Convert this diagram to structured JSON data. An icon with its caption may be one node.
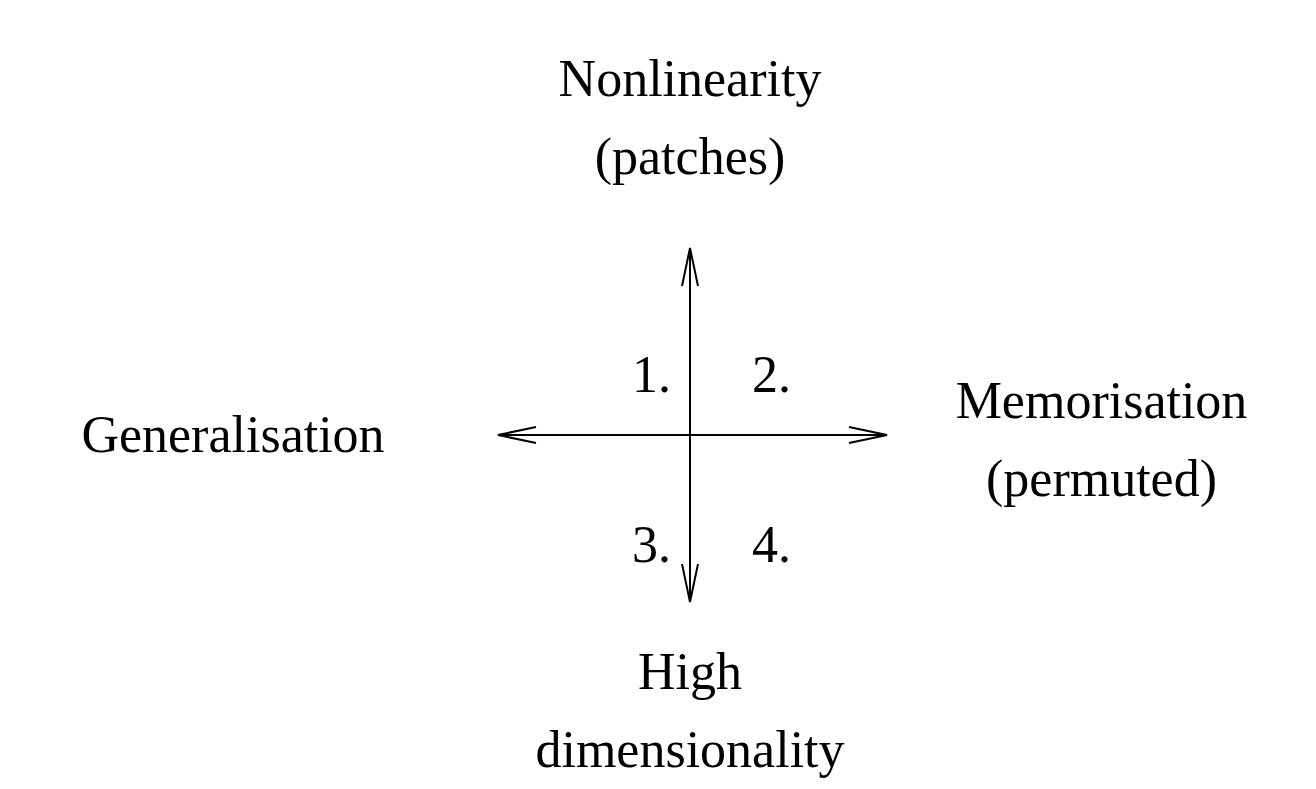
{
  "diagram": {
    "nodes": [
      {
        "text": [
          "Nonlinearity (patches)"
        ]
      },
      {
        "text": [
          "Generalisation"
        ]
      },
      {
        "text": [
          "Memorisation (permuted)"
        ]
      },
      {
        "text": [
          "High dimensionality"
        ]
      }
    ],
    "edges": [
      {
        "from": 0,
        "to": 3,
        "arrow": "both"
      },
      {
        "from": 1,
        "to": 2,
        "arrow": "both"
      }
    ],
    "labels": [
      "1.",
      "2.",
      "3.",
      "4."
    ]
  }
}
